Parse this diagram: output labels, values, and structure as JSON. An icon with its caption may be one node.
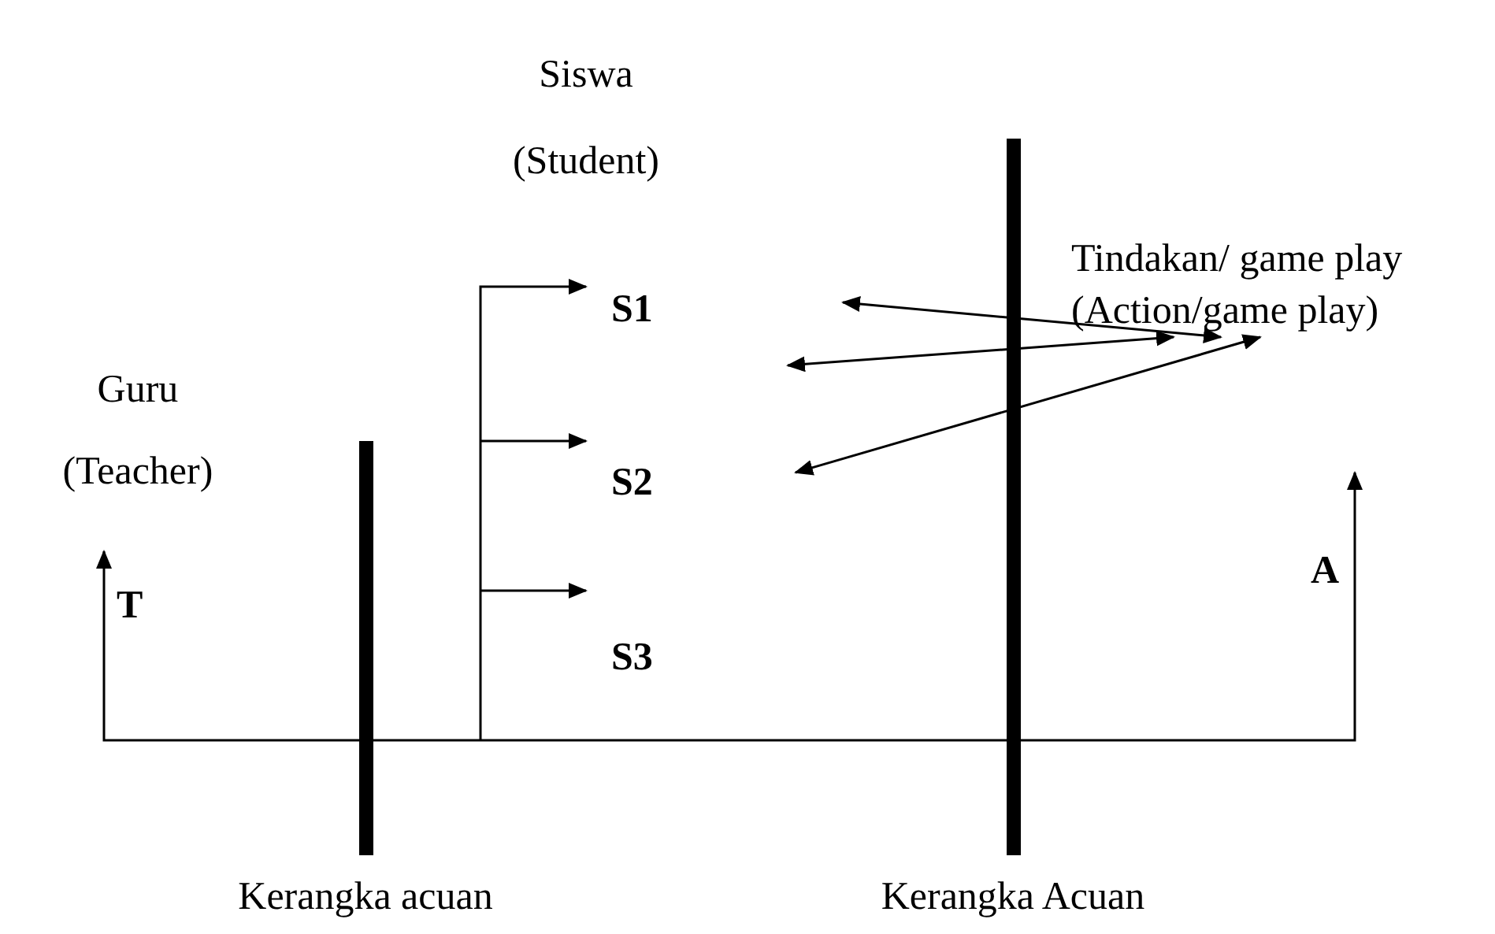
{
  "diagram": {
    "nodes": [
      {
        "text": [
          "Guru (Teacher)"
        ]
      },
      {
        "text": [
          "Siswa (Student)"
        ]
      },
      {
        "text": [
          "Tindakan/ game play (Action/game play)"
        ]
      },
      {
        "text": [
          "S1"
        ]
      },
      {
        "text": [
          "S2"
        ]
      },
      {
        "text": [
          "S3"
        ]
      },
      {
        "text": [
          "T"
        ]
      },
      {
        "text": [
          "A"
        ]
      },
      {
        "text": [
          "Kerangka acuan"
        ]
      },
      {
        "text": [
          "Kerangka Acuan"
        ]
      }
    ],
    "edges": [
      {
        "from": 6,
        "to": 7,
        "arrow": "both"
      },
      {
        "from": null,
        "to": 3,
        "arrow": "to"
      },
      {
        "from": null,
        "to": 4,
        "arrow": "to"
      },
      {
        "from": null,
        "to": 5,
        "arrow": "to"
      },
      {
        "from": null,
        "to": 2,
        "arrow": "both"
      },
      {
        "from": null,
        "to": 2,
        "arrow": "both"
      },
      {
        "from": null,
        "to": 2,
        "arrow": "both"
      }
    ]
  }
}
